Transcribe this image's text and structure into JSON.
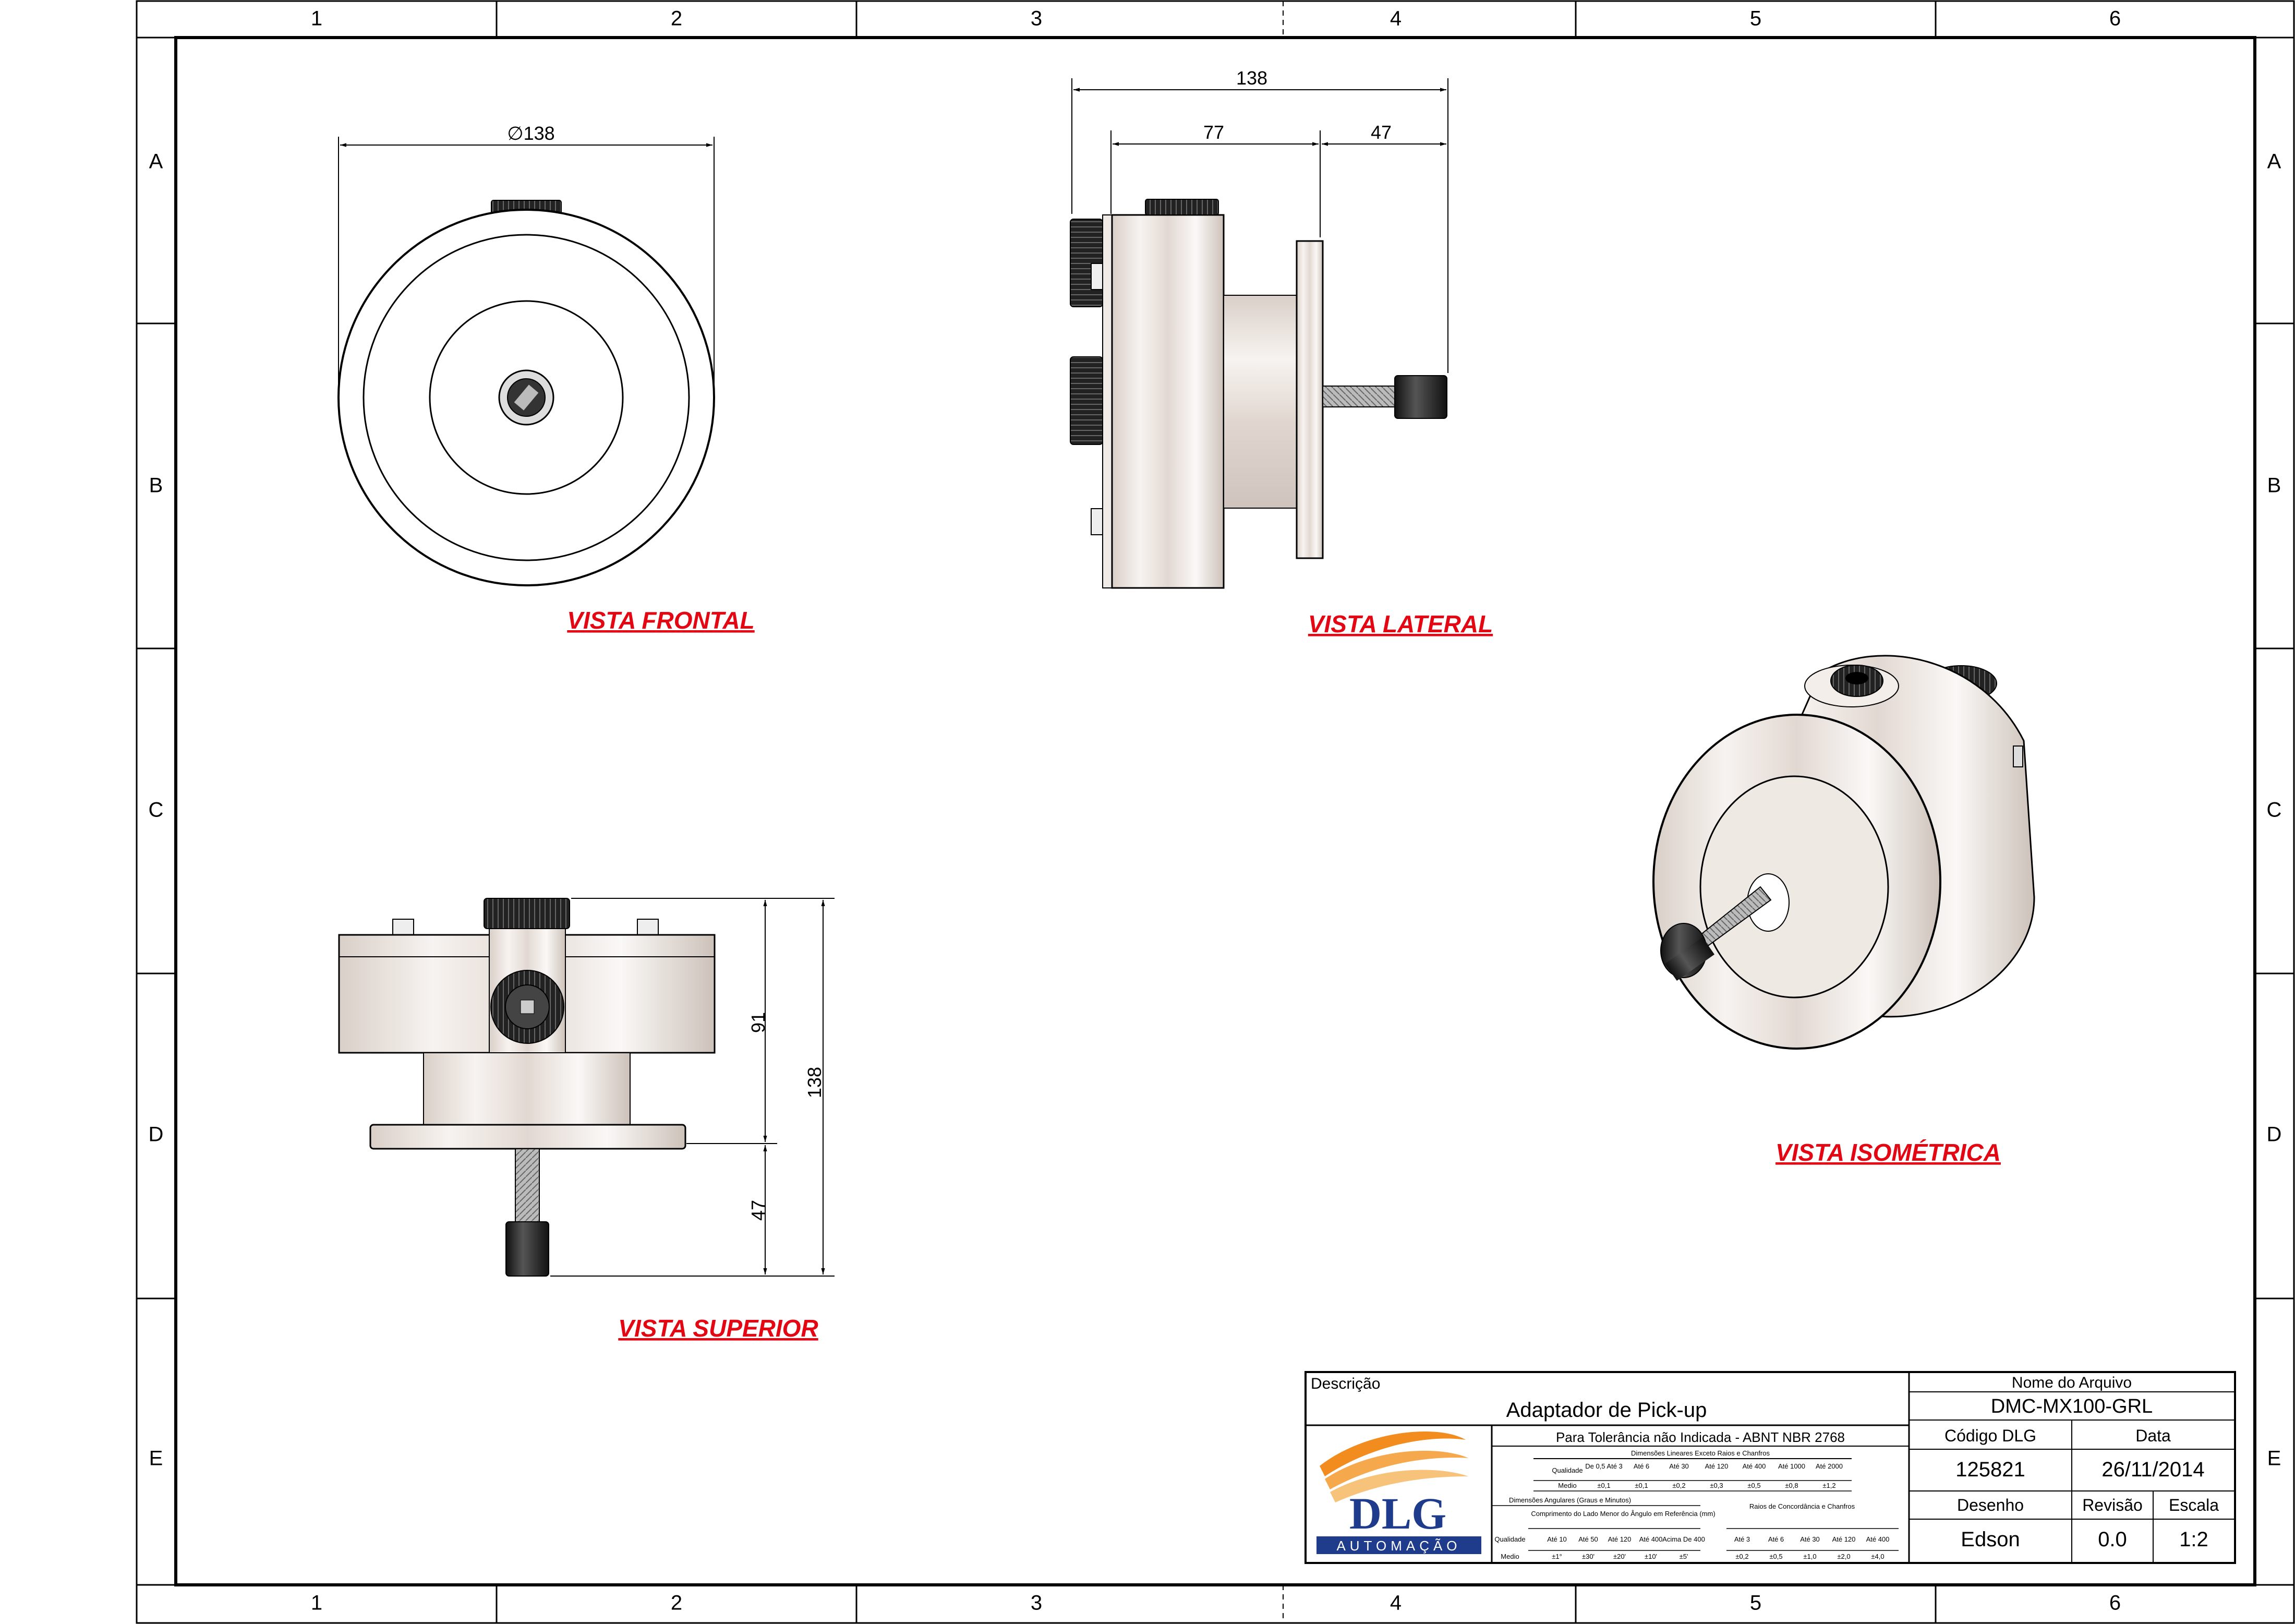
{
  "zones": {
    "columns": [
      "1",
      "2",
      "3",
      "4",
      "5",
      "6"
    ],
    "rows": [
      "A",
      "B",
      "C",
      "D",
      "E"
    ]
  },
  "views": {
    "front": {
      "title": "VISTA FRONTAL",
      "dim_diameter": "∅138"
    },
    "side": {
      "title": "VISTA LATERAL",
      "dim_total": "138",
      "dim_body": "77",
      "dim_shaft": "47"
    },
    "top": {
      "title": "VISTA SUPERIOR",
      "dim_body": "91",
      "dim_shaft": "47",
      "dim_total": "138"
    },
    "iso": {
      "title": "VISTA ISOMÉTRICA"
    }
  },
  "title_block": {
    "description_label": "Descrição",
    "description_value": "Adaptador de Pick-up",
    "file_name_label": "Nome do Arquivo",
    "file_name_value": "DMC-MX100-GRL",
    "code_label": "Código DLG",
    "code_value": "125821",
    "date_label": "Data",
    "date_value": "26/11/2014",
    "drawn_label": "Desenho",
    "drawn_value": "Edson",
    "revision_label": "Revisão",
    "revision_value": "0.0",
    "scale_label": "Escala",
    "scale_value": "1:2",
    "tolerance_title": "Para Tolerância não Indicada - ABNT NBR 2768",
    "linear_title": "Dimensões Lineares Exceto Raios e Chanfros",
    "quality_label": "Qualidade",
    "medio_label": "Medio",
    "linear_headers": [
      "De 0,5 Até 3",
      "Até 6",
      "Até 30",
      "Até 120",
      "Até 400",
      "Até 1000",
      "Até 2000"
    ],
    "linear_values": [
      "±0,1",
      "±0,1",
      "±0,2",
      "±0,3",
      "±0,5",
      "±0,8",
      "±1,2"
    ],
    "angular_title": "Dimensões Angulares (Graus e Minutos)",
    "angular_sub": "Comprimento do Lado Menor do Ângulo em Referência (mm)",
    "angular_headers": [
      "Até 10",
      "Até 50",
      "Até 120",
      "Até 400",
      "Acima De 400"
    ],
    "angular_values": [
      "±1°",
      "±30'",
      "±20'",
      "±10'",
      "±5'"
    ],
    "radius_title": "Raios de Concordância e Chanfros",
    "radius_headers": [
      "Até 3",
      "Até 6",
      "Até 30",
      "Até 120",
      "Até 400"
    ],
    "radius_values": [
      "±0,2",
      "±0,5",
      "±1,0",
      "±2,0",
      "±4,0"
    ],
    "logo_text": "DLG",
    "logo_sub": "AUTOMAÇÃO"
  }
}
